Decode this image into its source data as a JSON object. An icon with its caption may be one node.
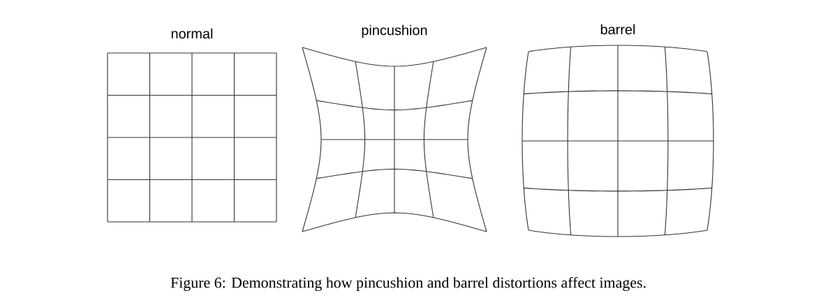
{
  "diagram": {
    "caption": "Figure 6: Demonstrating how pincushion and barrel distortions affect images.",
    "nodes": [
      {
        "text": [
          "normal"
        ]
      },
      {
        "text": [
          "pincushion"
        ]
      },
      {
        "text": [
          "barrel"
        ]
      }
    ]
  }
}
